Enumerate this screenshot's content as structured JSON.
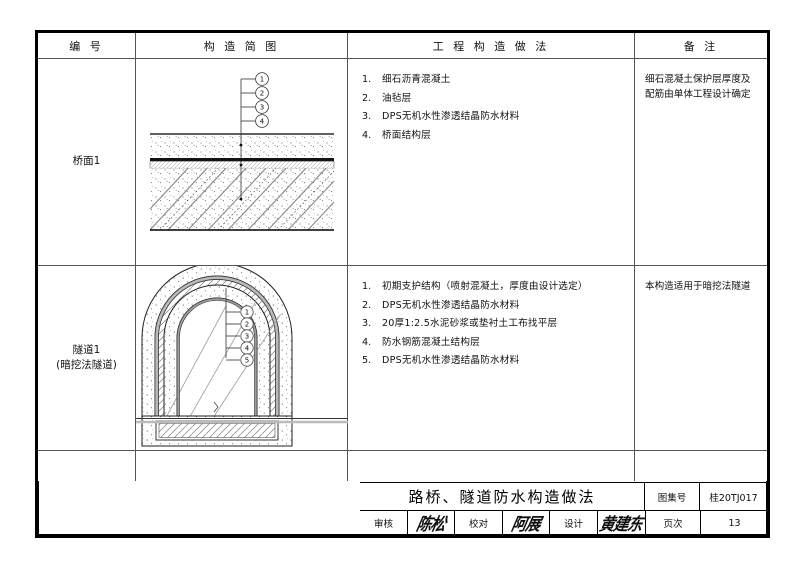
{
  "sheet": {
    "columns": [
      {
        "key": "no",
        "label": "编  号"
      },
      {
        "key": "figure",
        "label": "构 造 简 图"
      },
      {
        "key": "method",
        "label": "工 程 构 造 做 法"
      },
      {
        "key": "remark",
        "label": "备  注"
      }
    ],
    "rows": [
      {
        "no_line1": "桥面1",
        "no_line2": "",
        "figure_name": "bridge-deck-section",
        "figure_callouts": [
          "1",
          "2",
          "3",
          "4"
        ],
        "methods": [
          {
            "num": "1.",
            "text": "细石沥青混凝土"
          },
          {
            "num": "2.",
            "text": "油毡层"
          },
          {
            "num": "3.",
            "text": "DPS无机水性渗透结晶防水材料"
          },
          {
            "num": "4.",
            "text": "桥面结构层"
          }
        ],
        "remark": "细石混凝土保护层厚度及配筋由单体工程设计确定"
      },
      {
        "no_line1": "隧道1",
        "no_line2": "(暗挖法隧道)",
        "figure_name": "tunnel-arch-section",
        "figure_callouts": [
          "1",
          "2",
          "3",
          "4",
          "5"
        ],
        "methods": [
          {
            "num": "1.",
            "text": "初期支护结构（喷射混凝土，厚度由设计选定）"
          },
          {
            "num": "2.",
            "text": "DPS无机水性渗透结晶防水材料"
          },
          {
            "num": "3.",
            "text": "20厚1:2.5水泥砂浆或垫衬土工布找平层"
          },
          {
            "num": "4.",
            "text": "防水钢筋混凝土结构层"
          },
          {
            "num": "5.",
            "text": "DPS无机水性渗透结晶防水材料"
          }
        ],
        "remark": "本构造适用于暗挖法隧道"
      }
    ]
  },
  "titleblock": {
    "drawing_title": "路桥、隧道防水构造做法",
    "atlas_no_label": "图集号",
    "atlas_no_value": "桂20TJ017",
    "page_label": "页次",
    "page_value": "13",
    "review_label": "审核",
    "review_signature": "陈松",
    "check_label": "校对",
    "check_signature": "阿展",
    "design_label": "设计",
    "design_signature": "黄建东"
  },
  "colors": {
    "line": "#000000",
    "grid": "#555555",
    "text": "#111111",
    "hatch": "#888888",
    "paper": "#ffffff"
  }
}
